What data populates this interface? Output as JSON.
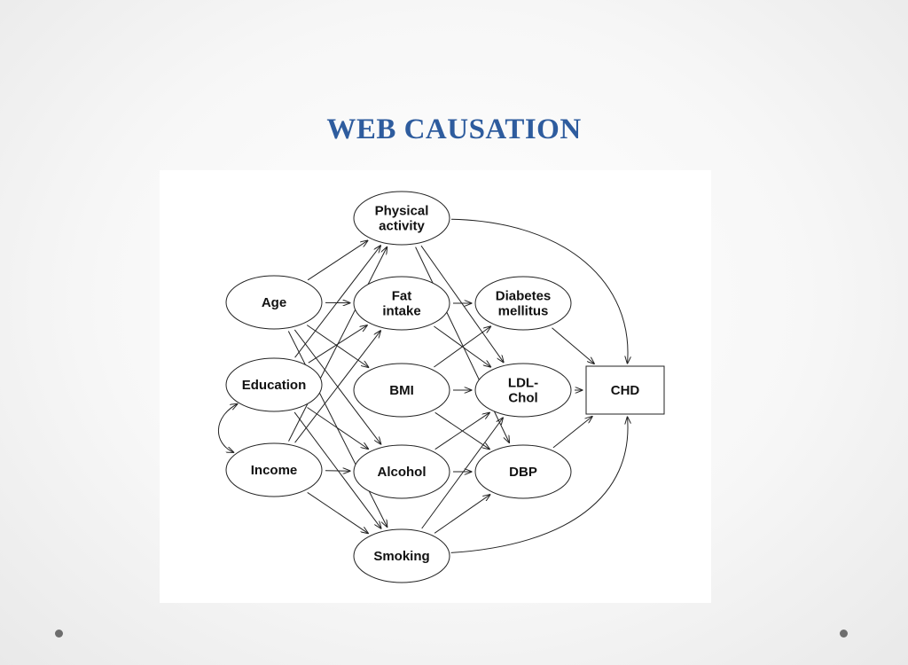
{
  "slide": {
    "title": "WEB CAUSATION"
  },
  "diagram": {
    "nodes": {
      "physical": [
        "Physical",
        "activity"
      ],
      "age": [
        "Age"
      ],
      "fat": [
        "Fat",
        "intake"
      ],
      "diabetes": [
        "Diabetes",
        "mellitus"
      ],
      "education": [
        "Education"
      ],
      "bmi": [
        "BMI"
      ],
      "ldl": [
        "LDL-",
        "Chol"
      ],
      "chd": [
        "CHD"
      ],
      "income": [
        "Income"
      ],
      "alcohol": [
        "Alcohol"
      ],
      "dbp": [
        "DBP"
      ],
      "smoking": [
        "Smoking"
      ]
    },
    "edges": [
      [
        "age",
        "physical"
      ],
      [
        "age",
        "fat"
      ],
      [
        "age",
        "bmi"
      ],
      [
        "age",
        "alcohol"
      ],
      [
        "age",
        "smoking"
      ],
      [
        "education",
        "physical"
      ],
      [
        "education",
        "fat"
      ],
      [
        "education",
        "alcohol"
      ],
      [
        "education",
        "smoking"
      ],
      [
        "income",
        "physical"
      ],
      [
        "income",
        "fat"
      ],
      [
        "income",
        "alcohol"
      ],
      [
        "income",
        "smoking"
      ],
      [
        "education",
        "income"
      ],
      [
        "physical",
        "ldl"
      ],
      [
        "physical",
        "dbp"
      ],
      [
        "physical",
        "chd"
      ],
      [
        "fat",
        "diabetes"
      ],
      [
        "fat",
        "ldl"
      ],
      [
        "bmi",
        "diabetes"
      ],
      [
        "bmi",
        "ldl"
      ],
      [
        "bmi",
        "dbp"
      ],
      [
        "alcohol",
        "ldl"
      ],
      [
        "alcohol",
        "dbp"
      ],
      [
        "smoking",
        "dbp"
      ],
      [
        "smoking",
        "ldl"
      ],
      [
        "smoking",
        "chd"
      ],
      [
        "diabetes",
        "chd"
      ],
      [
        "ldl",
        "chd"
      ],
      [
        "dbp",
        "chd"
      ]
    ]
  }
}
